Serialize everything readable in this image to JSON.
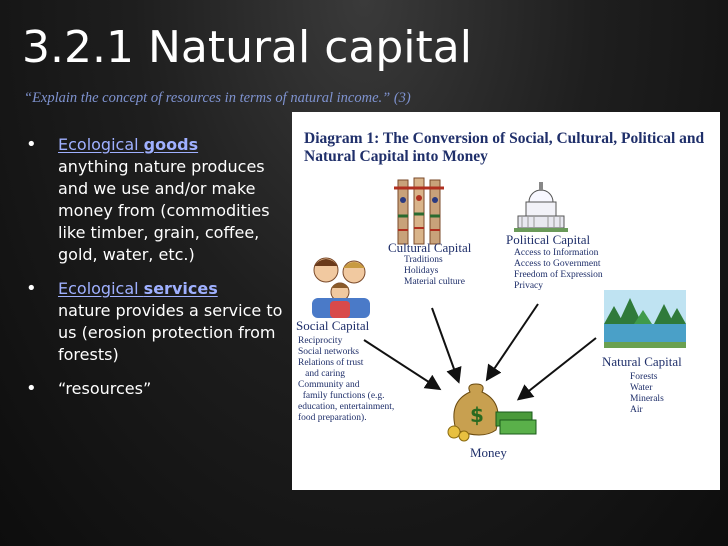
{
  "slide": {
    "title": "3.2.1  Natural capital",
    "subtitle": "“Explain the concept of resources in terms of natural income.” (3)"
  },
  "bullets": [
    {
      "dot": "•",
      "head_prefix": "Ecological ",
      "head_bold": "goods",
      "body": "anything nature produces and we use and/or make money from (commodities like timber, grain, coffee, gold, water, etc.)"
    },
    {
      "dot": "•",
      "head_prefix": "Ecological ",
      "head_bold": "services",
      "body": "nature provides a service to us (erosion protection from forests)"
    },
    {
      "dot": "•",
      "head_prefix": "",
      "head_bold": "",
      "body": "“resources”"
    }
  ],
  "diagram": {
    "title": "Diagram 1: The Conversion of Social, Cultural, Political and Natural Capital into Money",
    "cultural": {
      "label": "Cultural Capital",
      "items": "Traditions\nHolidays\nMaterial culture"
    },
    "political": {
      "label": "Political Capital",
      "items": "Access to Information\nAccess to Government\nFreedom of Expression\nPrivacy"
    },
    "social": {
      "label": "Social Capital",
      "items": "Reciprocity\nSocial networks\nRelations of trust\n   and caring\nCommunity and\n  family functions (e.g.\neducation, entertainment,\nfood preparation)."
    },
    "natural": {
      "label": "Natural Capital",
      "items": "Forests\nWater\nMinerals\nAir"
    },
    "money": {
      "label": "Money"
    }
  },
  "colors": {
    "accent": "#9fb0ff",
    "subtitle": "#7f93d0",
    "diagram_text": "#1f2f6a"
  }
}
